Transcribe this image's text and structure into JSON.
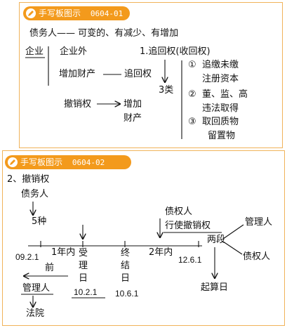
{
  "panel1": {
    "tab_title": "手写板图示",
    "tab_code": "0604-01",
    "debtor_line": "债务人—— 可变的、有减少、有增加",
    "enterprise": "企业",
    "outside_enterprise": "企业外",
    "increase_property": "增加财产",
    "subrogation_short": "追回权",
    "revocation": "撤销权",
    "increase_property_a": "增加",
    "increase_property_b": "财产",
    "recovery_title": "1.追回权(收回权)",
    "three_types": "3类",
    "items": [
      {
        "marker": "①",
        "line1": "追缴未缴",
        "line2": "注册资本"
      },
      {
        "marker": "②",
        "line1": "董、监、高",
        "line2": "违法取得"
      },
      {
        "marker": "③",
        "line1": "取回质物",
        "line2": "留置物"
      }
    ]
  },
  "panel2": {
    "tab_title": "手写板图示",
    "tab_code": "0604-02",
    "heading": "2、撤销权",
    "debtor": "债务人",
    "five_kinds": "5种",
    "creditor": "债权人",
    "exercise_revocation": "行使撤销权",
    "two_stages": "两段",
    "administrator_right": "管理人",
    "creditor_right": "债权人",
    "date_start": "09.2.1",
    "within_1yr": "1年内",
    "before": "前",
    "accept_day": [
      "受",
      "理",
      "日"
    ],
    "date_accept": "10.2.1",
    "end_day": [
      "终",
      "结",
      "日"
    ],
    "date_end": "10.6.1",
    "within_2yr": "2年内",
    "date_limit": "12.6.1",
    "start_calc_day": "起算日",
    "administrator_left": "管理人",
    "court": "法院"
  }
}
